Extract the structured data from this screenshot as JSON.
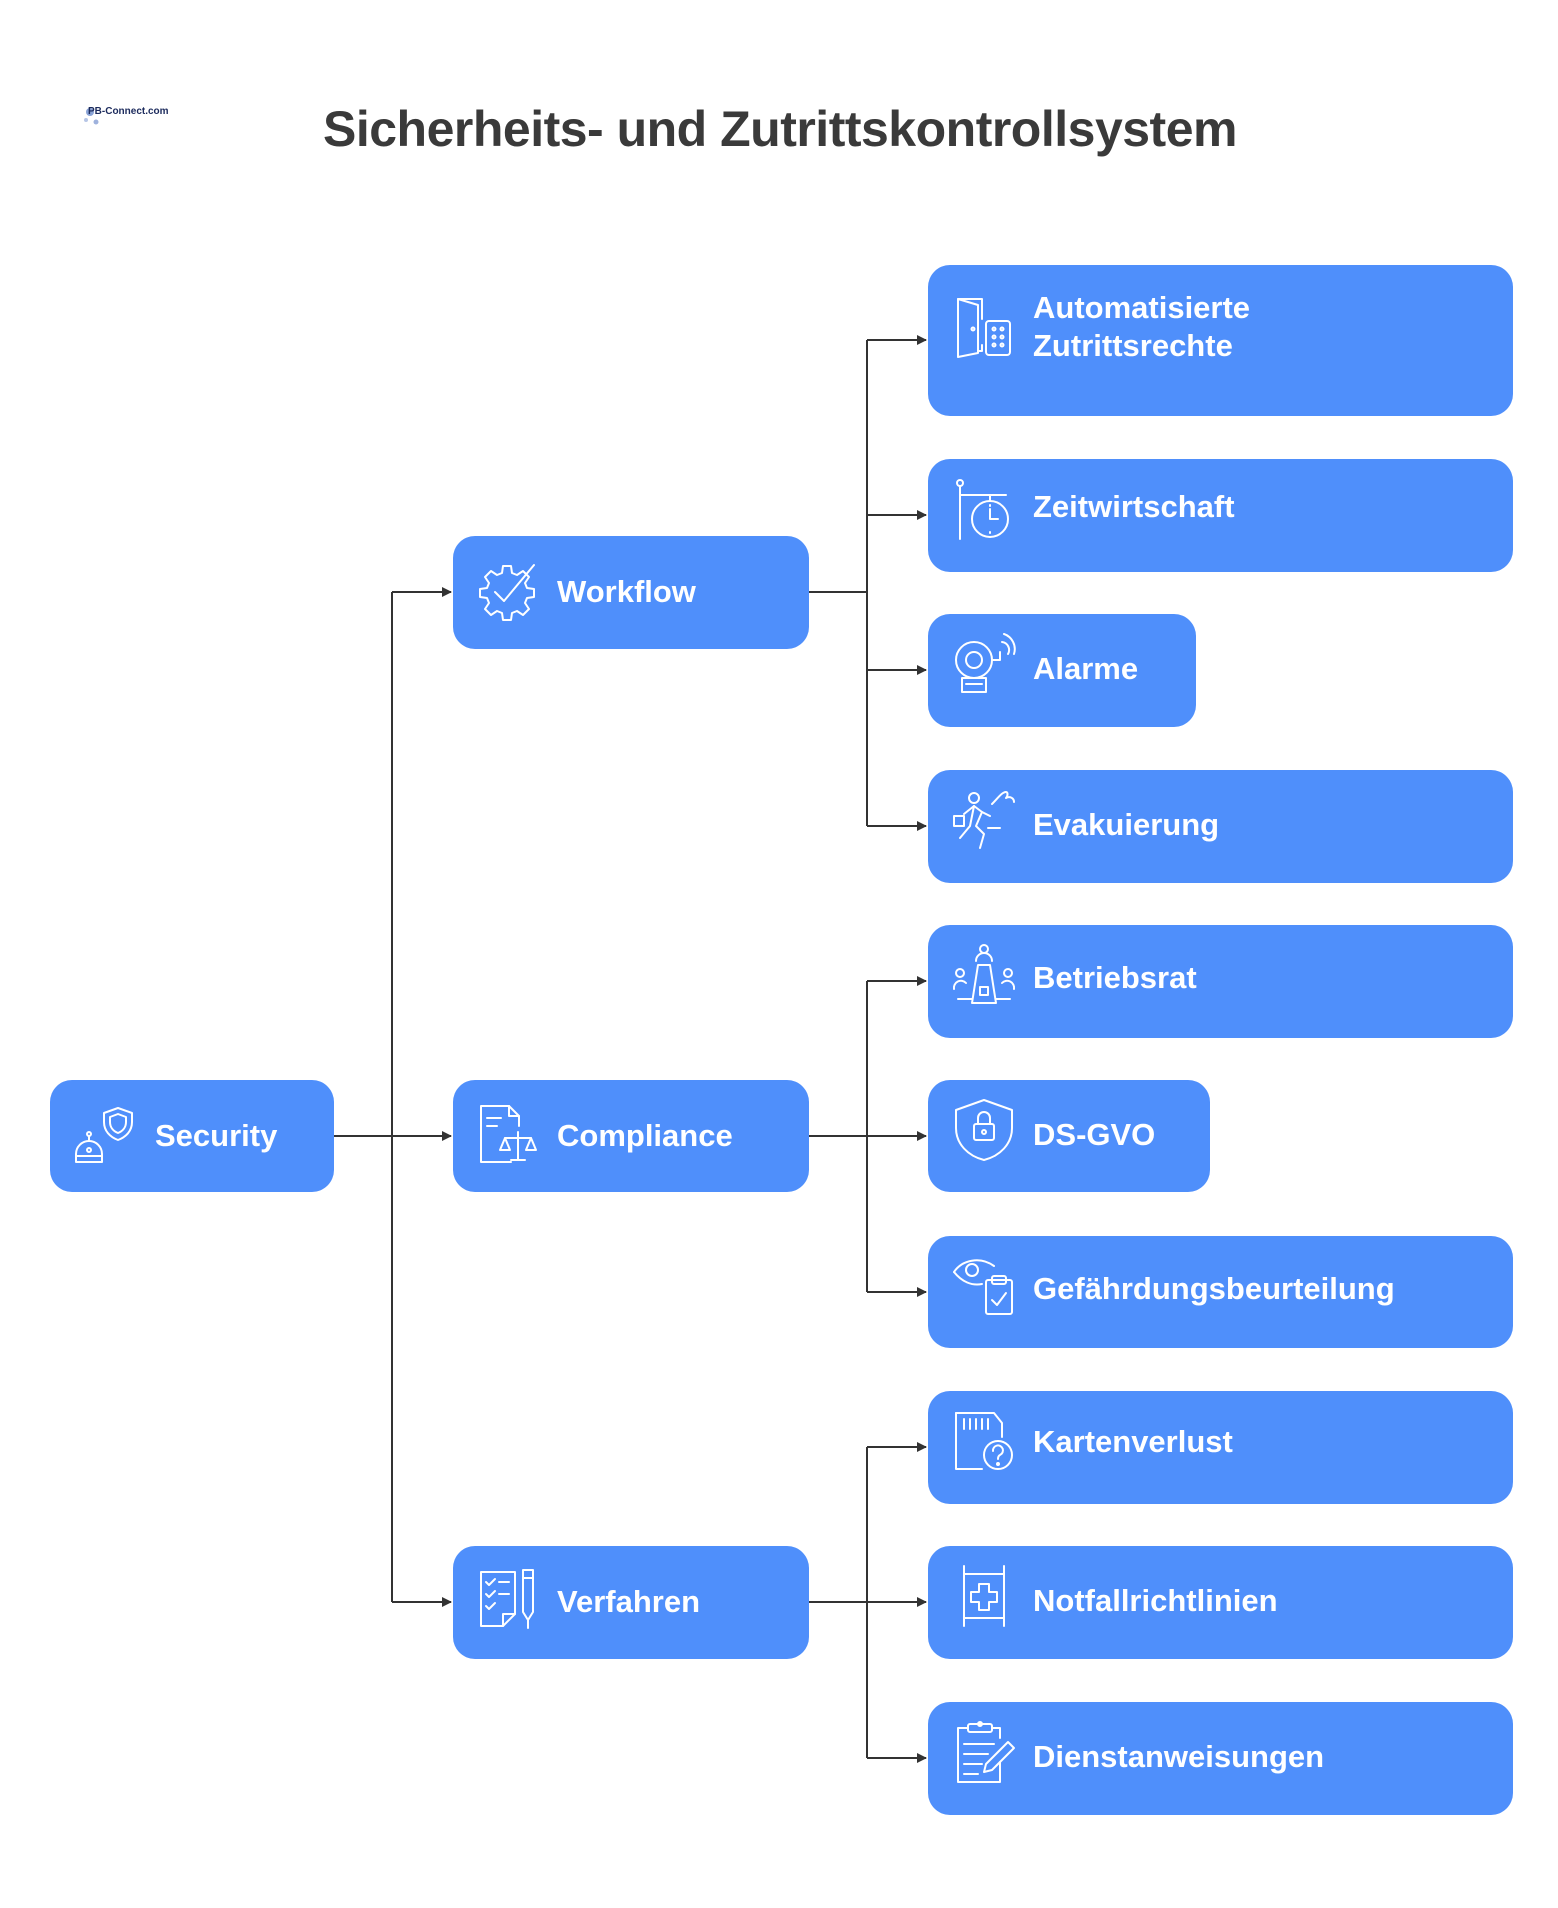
{
  "title": "Sicherheits- und Zutrittskontrollsystem",
  "logo": {
    "text": "PB-Connect.com",
    "icon": "company-logo"
  },
  "colors": {
    "node": "#4f8ffb",
    "edge": "#333333",
    "title": "#3a3a3a",
    "background": "#ffffff"
  },
  "root": {
    "label": "Security",
    "icon": "robot-shield-icon"
  },
  "branches": [
    {
      "label": "Workflow",
      "icon": "gear-check-icon",
      "children": [
        {
          "label": "Automatisierte\nZutrittsrechte",
          "icon": "door-keypad-icon"
        },
        {
          "label": "Zeitwirtschaft",
          "icon": "stopwatch-icon"
        },
        {
          "label": "Alarme",
          "icon": "alarm-bell-icon"
        },
        {
          "label": "Evakuierung",
          "icon": "running-person-icon"
        }
      ]
    },
    {
      "label": "Compliance",
      "icon": "document-scale-icon",
      "children": [
        {
          "label": "Betriebsrat",
          "icon": "council-meeting-icon"
        },
        {
          "label": "DS-GVO",
          "icon": "shield-lock-icon"
        },
        {
          "label": "Gefährdungsbeurteilung",
          "icon": "eye-clipboard-icon"
        }
      ]
    },
    {
      "label": "Verfahren",
      "icon": "checklist-pen-icon",
      "children": [
        {
          "label": "Kartenverlust",
          "icon": "card-question-icon"
        },
        {
          "label": "Notfallrichtlinien",
          "icon": "medical-cross-icon"
        },
        {
          "label": "Dienstanweisungen",
          "icon": "clipboard-edit-icon"
        }
      ]
    }
  ]
}
